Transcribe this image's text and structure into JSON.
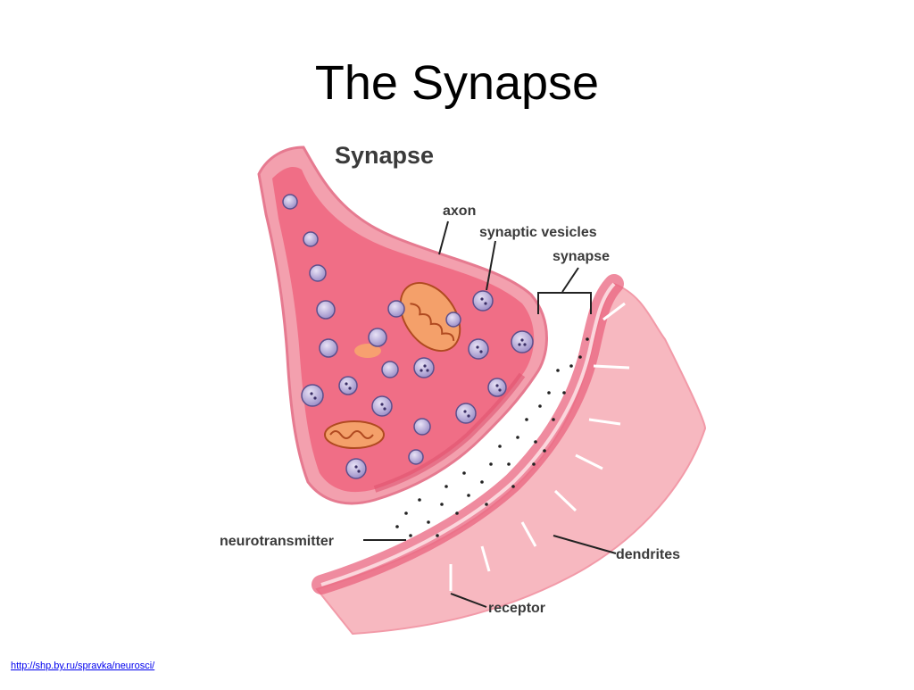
{
  "slide": {
    "title": "The Synapse",
    "source_link": "http://shp.by.ru/spravka/neurosci/"
  },
  "diagram": {
    "title": "Synapse",
    "labels": {
      "axon": "axon",
      "synaptic_vesicles": "synaptic vesicles",
      "synapse": "synapse",
      "neurotransmitter": "neurotransmitter",
      "dendrites": "dendrites",
      "receptor": "receptor"
    },
    "colors": {
      "axon_fill": "#f06e86",
      "membrane": "#f4a3b1",
      "dendrite_fill": "#f7b3bc",
      "vesicle": "#b9aed8",
      "mitochondrion": "#f08a50"
    }
  }
}
